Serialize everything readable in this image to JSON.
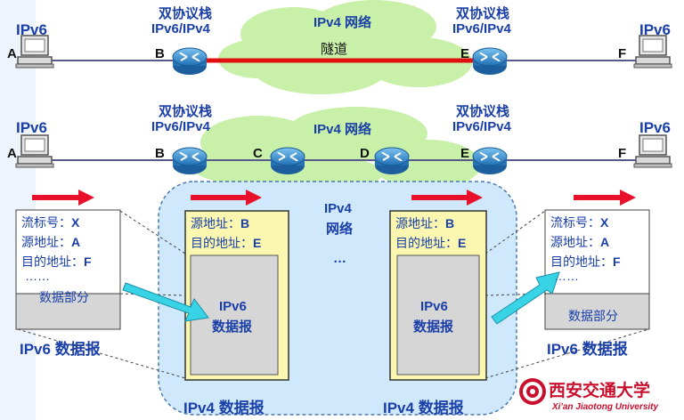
{
  "row1": {
    "left_host_label": "IPv6",
    "right_host_label": "IPv6",
    "stack_left_l1": "双协议栈",
    "stack_left_l2": "IPv6/IPv4",
    "stack_right_l1": "双协议栈",
    "stack_right_l2": "IPv6/IPv4",
    "cloud_label": "IPv4 网络",
    "tunnel_label": "隧道",
    "node_A": "A",
    "node_B": "B",
    "node_E": "E",
    "node_F": "F"
  },
  "row2": {
    "left_host_label": "IPv6",
    "right_host_label": "IPv6",
    "stack_left_l1": "双协议栈",
    "stack_left_l2": "IPv6/IPv4",
    "stack_right_l1": "双协议栈",
    "stack_right_l2": "IPv6/IPv4",
    "cloud_label": "IPv4 网络",
    "node_A": "A",
    "node_B": "B",
    "node_C": "C",
    "node_D": "D",
    "node_E": "E",
    "node_F": "F"
  },
  "ipv6_packet_left": {
    "flow_label": "流标号：",
    "flow_value": "X",
    "src_label": "源地址：",
    "src_value": "A",
    "dst_label": "目的地址：",
    "dst_value": "F",
    "dots": "……",
    "payload": "数据部分",
    "caption": "IPv6 数据报"
  },
  "ipv6_packet_right": {
    "flow_label": "流标号：",
    "flow_value": "X",
    "src_label": "源地址：",
    "src_value": "A",
    "dst_label": "目的地址：",
    "dst_value": "F",
    "dots": "……",
    "payload": "数据部分",
    "caption": "IPv6 数据报"
  },
  "ipv4_packet_1": {
    "src_label": "源地址：",
    "src_value": "B",
    "dst_label": "目的地址：",
    "dst_value": "E",
    "inner_l1": "IPv6",
    "inner_l2": "数据报",
    "caption": "IPv4 数据报"
  },
  "ipv4_packet_2": {
    "src_label": "源地址：",
    "src_value": "B",
    "dst_label": "目的地址：",
    "dst_value": "E",
    "inner_l1": "IPv6",
    "inner_l2": "数据报",
    "caption": "IPv4 数据报"
  },
  "ipv4_network_l1": "IPv4",
  "ipv4_network_l2": "网络",
  "ellipsis": "…",
  "logo": {
    "name_cn": "西安交通大学",
    "name_en": "Xi'an Jiaotong University"
  },
  "colors": {
    "label_blue": "#1a3fa8",
    "tunnel_red": "#e01010",
    "arrow_red": "#e8102a",
    "arrow_cyan": "#39d3e6",
    "ipv4_region": "#cfe8fb",
    "ipv4_packet_fill": "#fbf7b0",
    "payload_gray": "#d6d6d6",
    "cloud": "#c8f0a8",
    "router": "#2a82c8",
    "logo_red": "#c8102e"
  },
  "icons": [
    "computer-icon",
    "router-icon",
    "cloud-icon",
    "arrow-icon",
    "university-seal-icon"
  ]
}
